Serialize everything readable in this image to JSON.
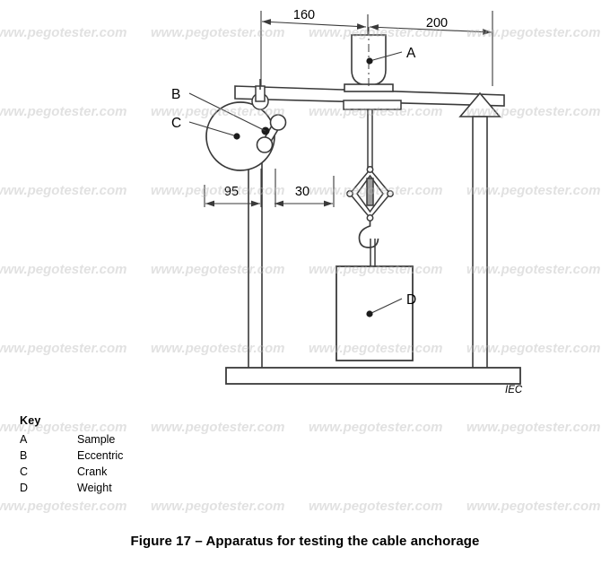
{
  "figure": {
    "caption": "Figure 17 – Apparatus for testing the cable anchorage",
    "source_mark": "IEC"
  },
  "dimensions": {
    "top_left": "160",
    "top_right": "200",
    "bottom_left": "95",
    "bottom_right": "30"
  },
  "callouts": {
    "a": "A",
    "b": "B",
    "c": "C",
    "d": "D"
  },
  "key": {
    "title": "Key",
    "items": [
      {
        "letter": "A",
        "description": "Sample"
      },
      {
        "letter": "B",
        "description": "Eccentric"
      },
      {
        "letter": "C",
        "description": "Crank"
      },
      {
        "letter": "D",
        "description": "Weight"
      }
    ]
  },
  "watermark": {
    "text": "www.pegotester.com"
  },
  "colors": {
    "line": "#3a3a3a",
    "fill": "#ffffff",
    "text": "#000000",
    "watermark": "#b9b9b9",
    "background": "#ffffff"
  }
}
